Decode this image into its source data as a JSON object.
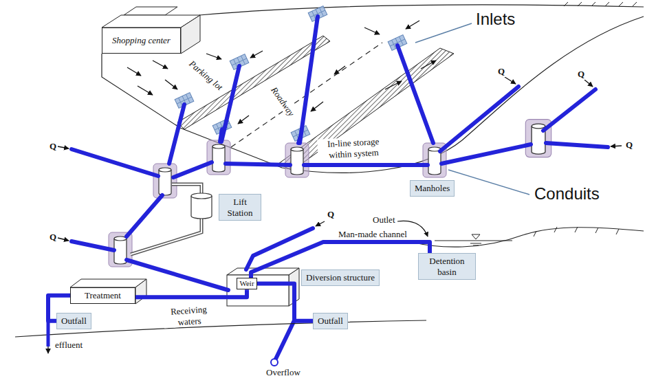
{
  "diagram": {
    "nodes": [
      {
        "text": [
          "Shopping center"
        ]
      },
      {
        "text": [
          "Lift Station"
        ]
      },
      {
        "text": [
          "Manholes"
        ]
      },
      {
        "text": [
          "Detention basin"
        ]
      },
      {
        "text": [
          "Diversion structure"
        ]
      },
      {
        "text": [
          "Weir"
        ]
      },
      {
        "text": [
          "Treatment"
        ]
      },
      {
        "text": [
          "Outfall"
        ]
      },
      {
        "text": [
          "Outfall"
        ]
      }
    ],
    "edges": [
      {
        "from": 3,
        "to": 5,
        "arrow": "none"
      },
      {
        "from": 5,
        "to": 6,
        "arrow": "none"
      },
      {
        "from": 6,
        "to": 7,
        "arrow": "none"
      },
      {
        "from": 5,
        "to": 8,
        "arrow": "none"
      }
    ],
    "labels": [
      "Inlets",
      "Conduits",
      "Q",
      "Q",
      "Q",
      "Q",
      "Q",
      "Q",
      "Parking lot",
      "Roadway",
      "In-line storage within system",
      "Outlet",
      "Man-made channel",
      "effluent",
      "Receiving waters",
      "Overflow"
    ]
  }
}
